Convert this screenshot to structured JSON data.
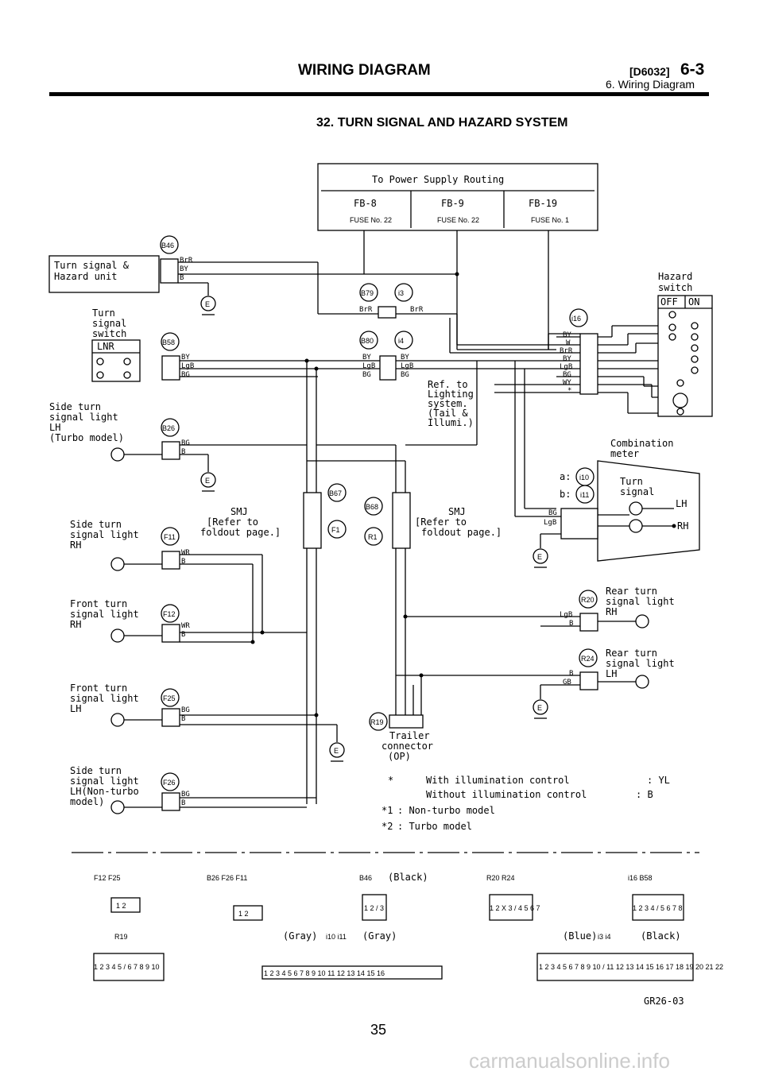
{
  "header": {
    "title": "WIRING DIAGRAM",
    "code": "[D6032]",
    "page_ref": "6-3",
    "subtitle": "6. Wiring Diagram"
  },
  "section_title": "32. TURN SIGNAL AND HAZARD SYSTEM",
  "power_table": {
    "title": "To Power Supply Routing",
    "cols": [
      {
        "fb": "FB-8",
        "fuse": "FUSE No. 22"
      },
      {
        "fb": "FB-9",
        "fuse": "FUSE No. 22"
      },
      {
        "fb": "FB-19",
        "fuse": "FUSE No. 1"
      }
    ]
  },
  "components": {
    "turn_hazard_unit": [
      "Turn signal &",
      "Hazard unit"
    ],
    "turn_switch": [
      "Turn",
      "signal",
      "switch"
    ],
    "turn_switch_pos": "LNR",
    "side_lh": [
      "Side turn",
      "signal light",
      "LH",
      "(Turbo model)"
    ],
    "side_rh": [
      "Side turn",
      "signal light",
      "RH"
    ],
    "front_rh": [
      "Front turn",
      "signal light",
      "RH"
    ],
    "front_lh": [
      "Front turn",
      "signal light",
      "LH"
    ],
    "side_lh_nt": [
      "Side turn",
      "signal light",
      "LH(Non-turbo",
      "model)"
    ],
    "smj_left": [
      "SMJ",
      "[Refer to",
      "foldout page.]"
    ],
    "smj_right": [
      "SMJ",
      "[Refer to",
      "foldout page.]"
    ],
    "hazard_switch": [
      "Hazard",
      "switch"
    ],
    "hazard_off": "OFF",
    "hazard_on": "ON",
    "ref_lighting": [
      "Ref. to",
      "Lighting",
      "system.",
      "(Tail &",
      "Illumi.)"
    ],
    "combination_meter": [
      "Combination",
      "meter"
    ],
    "turn_signal_meter": [
      "Turn",
      "signal"
    ],
    "meter_lh": "LH",
    "meter_rh": "RH",
    "rear_rh": [
      "Rear turn",
      "signal light",
      "RH"
    ],
    "rear_lh": [
      "Rear turn",
      "signal light",
      "LH"
    ],
    "trailer": [
      "Trailer",
      "connector",
      "(OP)"
    ],
    "meter_a": "a:",
    "meter_b": "b:"
  },
  "notes": [
    {
      "mark": "*",
      "text": "With illumination control",
      "val": ": YL"
    },
    {
      "mark": "",
      "text": "Without illumination control",
      "val": ": B"
    },
    {
      "mark": "*1",
      "text": ": Non-turbo model",
      "val": ""
    },
    {
      "mark": "*2",
      "text": ": Turbo model",
      "val": ""
    }
  ],
  "connector_ids": {
    "b46": "B46",
    "e": "E",
    "b58": "B58",
    "b26": "B26",
    "f11": "F11",
    "f12": "F12",
    "f25": "F25",
    "f26": "F26",
    "b79": "B79",
    "i3": "i3",
    "b80": "B80",
    "i4": "i4",
    "i16": "i16",
    "b67": "B67",
    "f1": "F1",
    "b68": "B68",
    "r1": "R1",
    "i10": "i10",
    "i11": "i11",
    "r20": "R20",
    "r24": "R24",
    "r19": "R19"
  },
  "wire_colors": {
    "brr": "BrR",
    "by": "BY",
    "b": "B",
    "lgb": "LgB",
    "bg": "BG",
    "wr": "WR",
    "w": "W",
    "wy": "WY",
    "gb": "GB",
    "star": "*"
  },
  "legend": {
    "g1": {
      "ids": "F12 F25",
      "pins": "1 2"
    },
    "g2": {
      "ids": "B26 F26 F11",
      "pins": "1 2"
    },
    "g3": {
      "ids": "B46",
      "note": "(Black)",
      "pins": "1 2 / 3"
    },
    "g4": {
      "ids": "R20 R24",
      "pins": "1 2 X 3 / 4 5 6 7"
    },
    "g5": {
      "ids": "i16 B58",
      "pins": "1 2 3 4 / 5 6 7 8"
    },
    "g6": {
      "ids": "R19",
      "pins": "1 2 3 4 5 / 6 7 8 9 10"
    },
    "g7": {
      "ids": "i10 i11",
      "note_l": "(Gray)",
      "note_r": "(Gray)",
      "pins": "1 2 3 4 5 6 7 8 9 10 11 12 13 14 15 16"
    },
    "g8": {
      "ids": "i3 i4",
      "note_l": "(Blue)",
      "note_r": "(Black)",
      "pins": "1 2 3 4 5 6 7 8 9 10 / 11 12 13 14 15 16 17 18 19 20 21 22"
    }
  },
  "figure_code": "GR26-03",
  "page_number": "35",
  "watermark": "carmanualsonline.info"
}
